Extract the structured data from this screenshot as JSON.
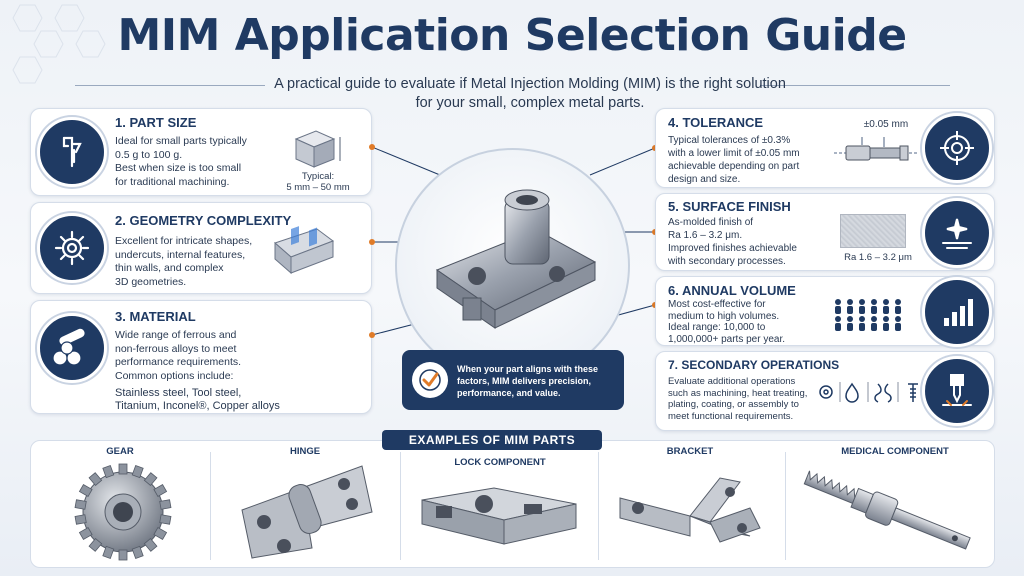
{
  "header": {
    "title": "MIM Application Selection Guide",
    "subtitle": "A practical guide to evaluate if Metal Injection Molding (MIM) is the right solution for your small, complex metal parts."
  },
  "colors": {
    "navy": "#1f3a63",
    "accent": "#e07b28",
    "card_bg": "#ffffff",
    "page_bg": "#eef2f7"
  },
  "left_cards": [
    {
      "title": "1. PART SIZE",
      "icon": "caliper-icon",
      "lines": [
        "Ideal for small parts typically",
        "0.5 g to 100 g.",
        "Best when size is too small",
        "for traditional machining."
      ],
      "note_label": "Typical:",
      "note_value": "5 mm – 50 mm"
    },
    {
      "title": "2. GEOMETRY COMPLEXITY",
      "icon": "gear-icon",
      "lines": [
        "Excellent for intricate shapes,",
        "undercuts, internal features,",
        "thin walls, and complex",
        "3D geometries."
      ]
    },
    {
      "title": "3. MATERIAL",
      "icon": "metal-bars-icon",
      "lines": [
        "Wide range of ferrous and",
        "non-ferrous alloys to meet",
        "performance requirements.",
        "Common options include:"
      ],
      "materials": [
        "Stainless steel, Tool steel,",
        "Titanium, Inconel®, Copper alloys"
      ]
    }
  ],
  "right_cards": [
    {
      "title": "4. TOLERANCE",
      "icon": "target-icon",
      "lines": [
        "Typical tolerances of ±0.3%",
        "with a lower limit of ±0.05 mm",
        "achievable depending on part",
        "design and size."
      ],
      "note_value": "±0.05 mm"
    },
    {
      "title": "5. SURFACE FINISH",
      "icon": "sparkle-surface-icon",
      "lines": [
        "As-molded finish of",
        "Ra 1.6 – 3.2 μm.",
        "Improved finishes achievable",
        "with secondary processes."
      ],
      "note_value": "Ra 1.6 – 3.2 μm"
    },
    {
      "title": "6. ANNUAL VOLUME",
      "icon": "bar-growth-icon",
      "lines": [
        "Most cost-effective for",
        "medium to high volumes.",
        "Ideal range: 10,000 to",
        "1,000,000+ parts per year."
      ]
    },
    {
      "title": "7. SECONDARY OPERATIONS",
      "icon": "machining-icon",
      "lines": [
        "Evaluate additional operations",
        "such as machining, heat treating,",
        "plating, coating, or assembly to",
        "meet functional requirements."
      ]
    }
  ],
  "callout": {
    "text": "When your part aligns with these factors, MIM delivers precision, performance, and value.",
    "icon": "check-icon"
  },
  "examples": {
    "banner": "EXAMPLES OF MIM PARTS",
    "items": [
      "GEAR",
      "HINGE",
      "LOCK COMPONENT",
      "BRACKET",
      "MEDICAL COMPONENT"
    ]
  }
}
